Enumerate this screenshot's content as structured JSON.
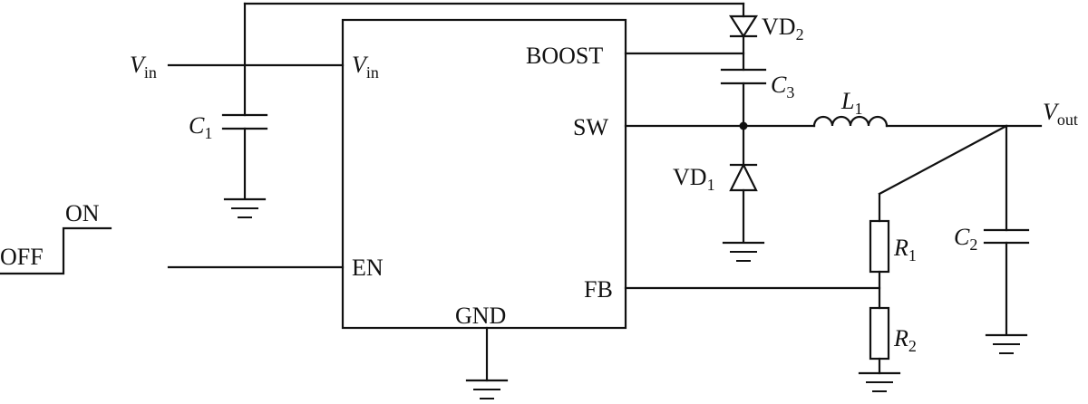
{
  "ic": {
    "pins": {
      "vin": {
        "main": "V",
        "sub": "in"
      },
      "boost": "BOOST",
      "sw": "SW",
      "en": "EN",
      "fb": "FB",
      "gnd": "GND"
    }
  },
  "nets": {
    "vin": {
      "main": "V",
      "sub": "in"
    },
    "vout": {
      "main": "V",
      "sub": "out"
    }
  },
  "components": {
    "c1": {
      "main": "C",
      "sub": "1"
    },
    "c2": {
      "main": "C",
      "sub": "2"
    },
    "c3": {
      "main": "C",
      "sub": "3"
    },
    "l1": {
      "main": "L",
      "sub": "1"
    },
    "r1": {
      "main": "R",
      "sub": "1"
    },
    "r2": {
      "main": "R",
      "sub": "2"
    },
    "vd1": {
      "main": "VD",
      "sub": "1"
    },
    "vd2": {
      "main": "VD",
      "sub": "2"
    }
  },
  "enable_signal": {
    "off": "OFF",
    "on": "ON"
  }
}
